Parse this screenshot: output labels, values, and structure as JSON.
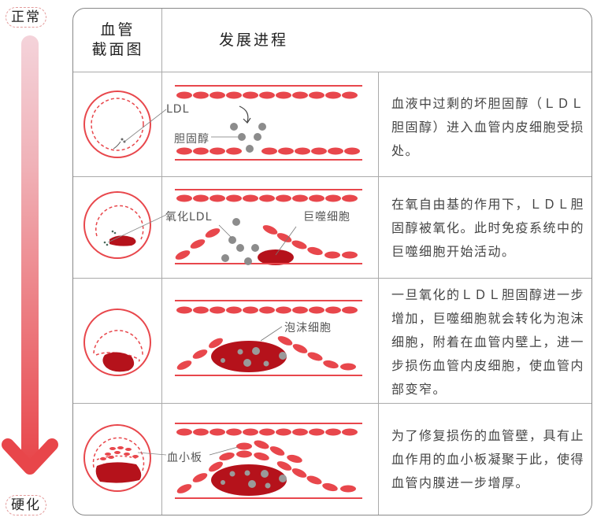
{
  "axis": {
    "top_label": "正常",
    "bottom_label": "硬化",
    "arrow_colors": {
      "start": "#f4cfd7",
      "end": "#e8464a"
    }
  },
  "table": {
    "headers": {
      "cross_section": "血管\n截面图",
      "cross_section_line1": "血管",
      "cross_section_line2": "截面图",
      "progress": "发展进程"
    },
    "rows": [
      {
        "labels": {
          "ldl": "LDL",
          "cholesterol": "胆固醇"
        },
        "description": "血液中过剩的坏胆固醇（ＬＤＬ胆固醇）进入血管内皮细胞受损处。"
      },
      {
        "labels": {
          "oxidized_ldl": "氧化LDL",
          "macrophage": "巨噬细胞"
        },
        "description": "在氧自由基的作用下，ＬＤＬ胆固醇被氧化。此时免疫系统中的巨噬细胞开始活动。"
      },
      {
        "labels": {
          "foam_cell": "泡沫细胞"
        },
        "description": "一旦氧化的ＬＤＬ胆固醇进一步增加，巨噬细胞就会转化为泡沫细胞，附着在血管内壁上，进一步损伤血管内皮细胞，使血管内部变窄。"
      },
      {
        "labels": {
          "platelet": "血小板"
        },
        "description": "为了修复损伤的血管壁，具有止血作用的血小板凝聚于此，使得血管内膜进一步增厚。"
      }
    ]
  },
  "colors": {
    "vessel_red": "#e8474c",
    "plaque_dark": "#b5121b",
    "particle_gray": "#8c8c8c",
    "border_gray": "#888888"
  }
}
